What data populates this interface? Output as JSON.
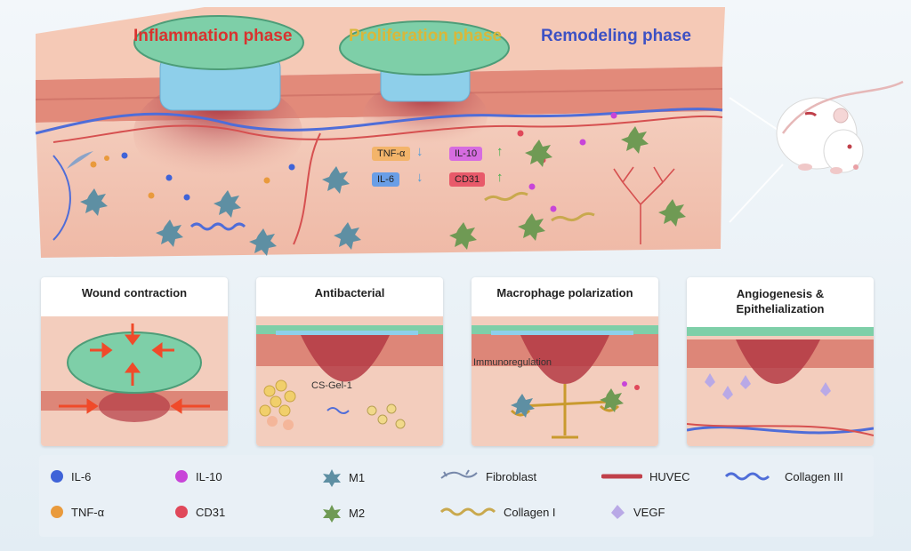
{
  "phases": {
    "inflammation": {
      "label": "Inflammation phase",
      "color": "#d8342f"
    },
    "proliferation": {
      "label": "Proliferation phase",
      "color": "#d9b73a"
    },
    "remodeling": {
      "label": "Remodeling phase",
      "color": "#3d51c4"
    }
  },
  "markers": {
    "tnf": {
      "label": "TNF-α",
      "trend": "↓"
    },
    "il6": {
      "label": "IL-6",
      "trend": "↓"
    },
    "il10": {
      "label": "IL-10",
      "trend": "↑"
    },
    "cd31": {
      "label": "CD31",
      "trend": "↑"
    }
  },
  "panels": {
    "wound": {
      "title": "Wound contraction"
    },
    "antibacterial": {
      "title": "Antibacterial",
      "label": "CS-Gel-1"
    },
    "macrophage": {
      "title": "Macrophage polarization",
      "label": "Immunoregulation"
    },
    "angio": {
      "title_line1": "Angiogenesis &",
      "title_line2": "Epithelialization"
    }
  },
  "legend": {
    "il6": "IL-6",
    "tnf": "TNF-α",
    "il10": "IL-10",
    "cd31": "CD31",
    "m1": "M1",
    "m2": "M2",
    "fibroblast": "Fibroblast",
    "collagen1": "Collagen I",
    "huvec": "HUVEC",
    "vegf": "VEGF",
    "collagen3": "Collagen III"
  },
  "colors": {
    "il6": "#3f63d8",
    "tnf": "#e99a3c",
    "il10": "#c845d8",
    "cd31": "#e0485a",
    "hydrogel": "#7ecfa8",
    "skin": "#f2c2b0",
    "wound": "#b43a44"
  }
}
